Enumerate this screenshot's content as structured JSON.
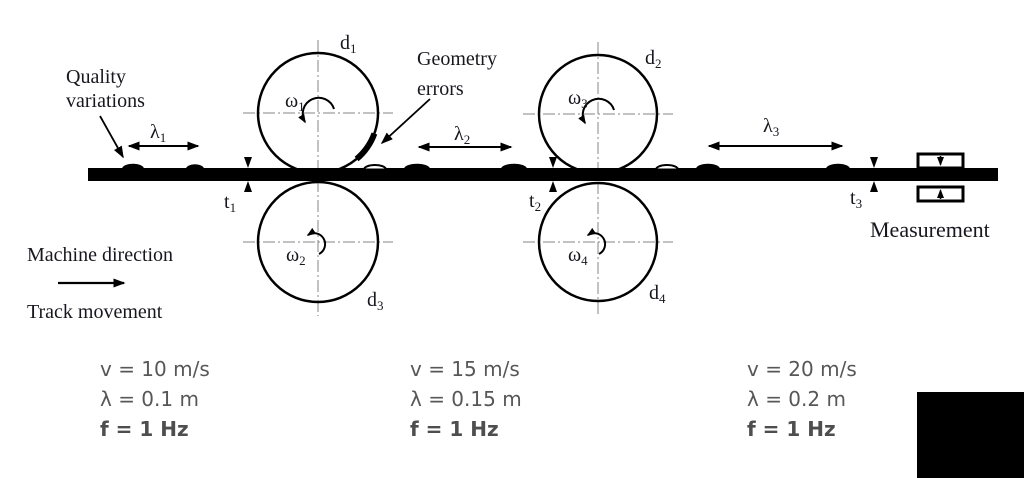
{
  "labels": {
    "quality_variations": {
      "line1": "Quality",
      "line2": "variations"
    },
    "geometry_errors": {
      "line1": "Geometry",
      "line2": "errors"
    },
    "machine_direction": "Machine direction",
    "track_movement": "Track movement",
    "measurement": "Measurement"
  },
  "symbols": {
    "omega1": {
      "base": "ω",
      "sub": "1"
    },
    "omega2": {
      "base": "ω",
      "sub": "2"
    },
    "omega3": {
      "base": "ω",
      "sub": "3"
    },
    "omega4": {
      "base": "ω",
      "sub": "4"
    },
    "d1": {
      "base": "d",
      "sub": "1"
    },
    "d2": {
      "base": "d",
      "sub": "2"
    },
    "d3": {
      "base": "d",
      "sub": "3"
    },
    "d4": {
      "base": "d",
      "sub": "4"
    },
    "lambda1": {
      "base": "λ",
      "sub": "1"
    },
    "lambda2": {
      "base": "λ",
      "sub": "2"
    },
    "lambda3": {
      "base": "λ",
      "sub": "3"
    },
    "t1": {
      "base": "t",
      "sub": "1"
    },
    "t2": {
      "base": "t",
      "sub": "2"
    },
    "t3": {
      "base": "t",
      "sub": "3"
    }
  },
  "parameters": [
    {
      "v": "v = 10 m/s",
      "lambda": "λ = 0.1 m",
      "f": "f = 1 Hz"
    },
    {
      "v": "v = 15 m/s",
      "lambda": "λ = 0.15 m",
      "f": "f = 1 Hz"
    },
    {
      "v": "v = 20 m/s",
      "lambda": "λ = 0.2 m",
      "f": "f = 1 Hz"
    }
  ],
  "colors": {
    "ink": "#000000",
    "label_text": "#17171f",
    "param_text": "#575757",
    "centerline": "#858585",
    "background": "#ffffff"
  }
}
